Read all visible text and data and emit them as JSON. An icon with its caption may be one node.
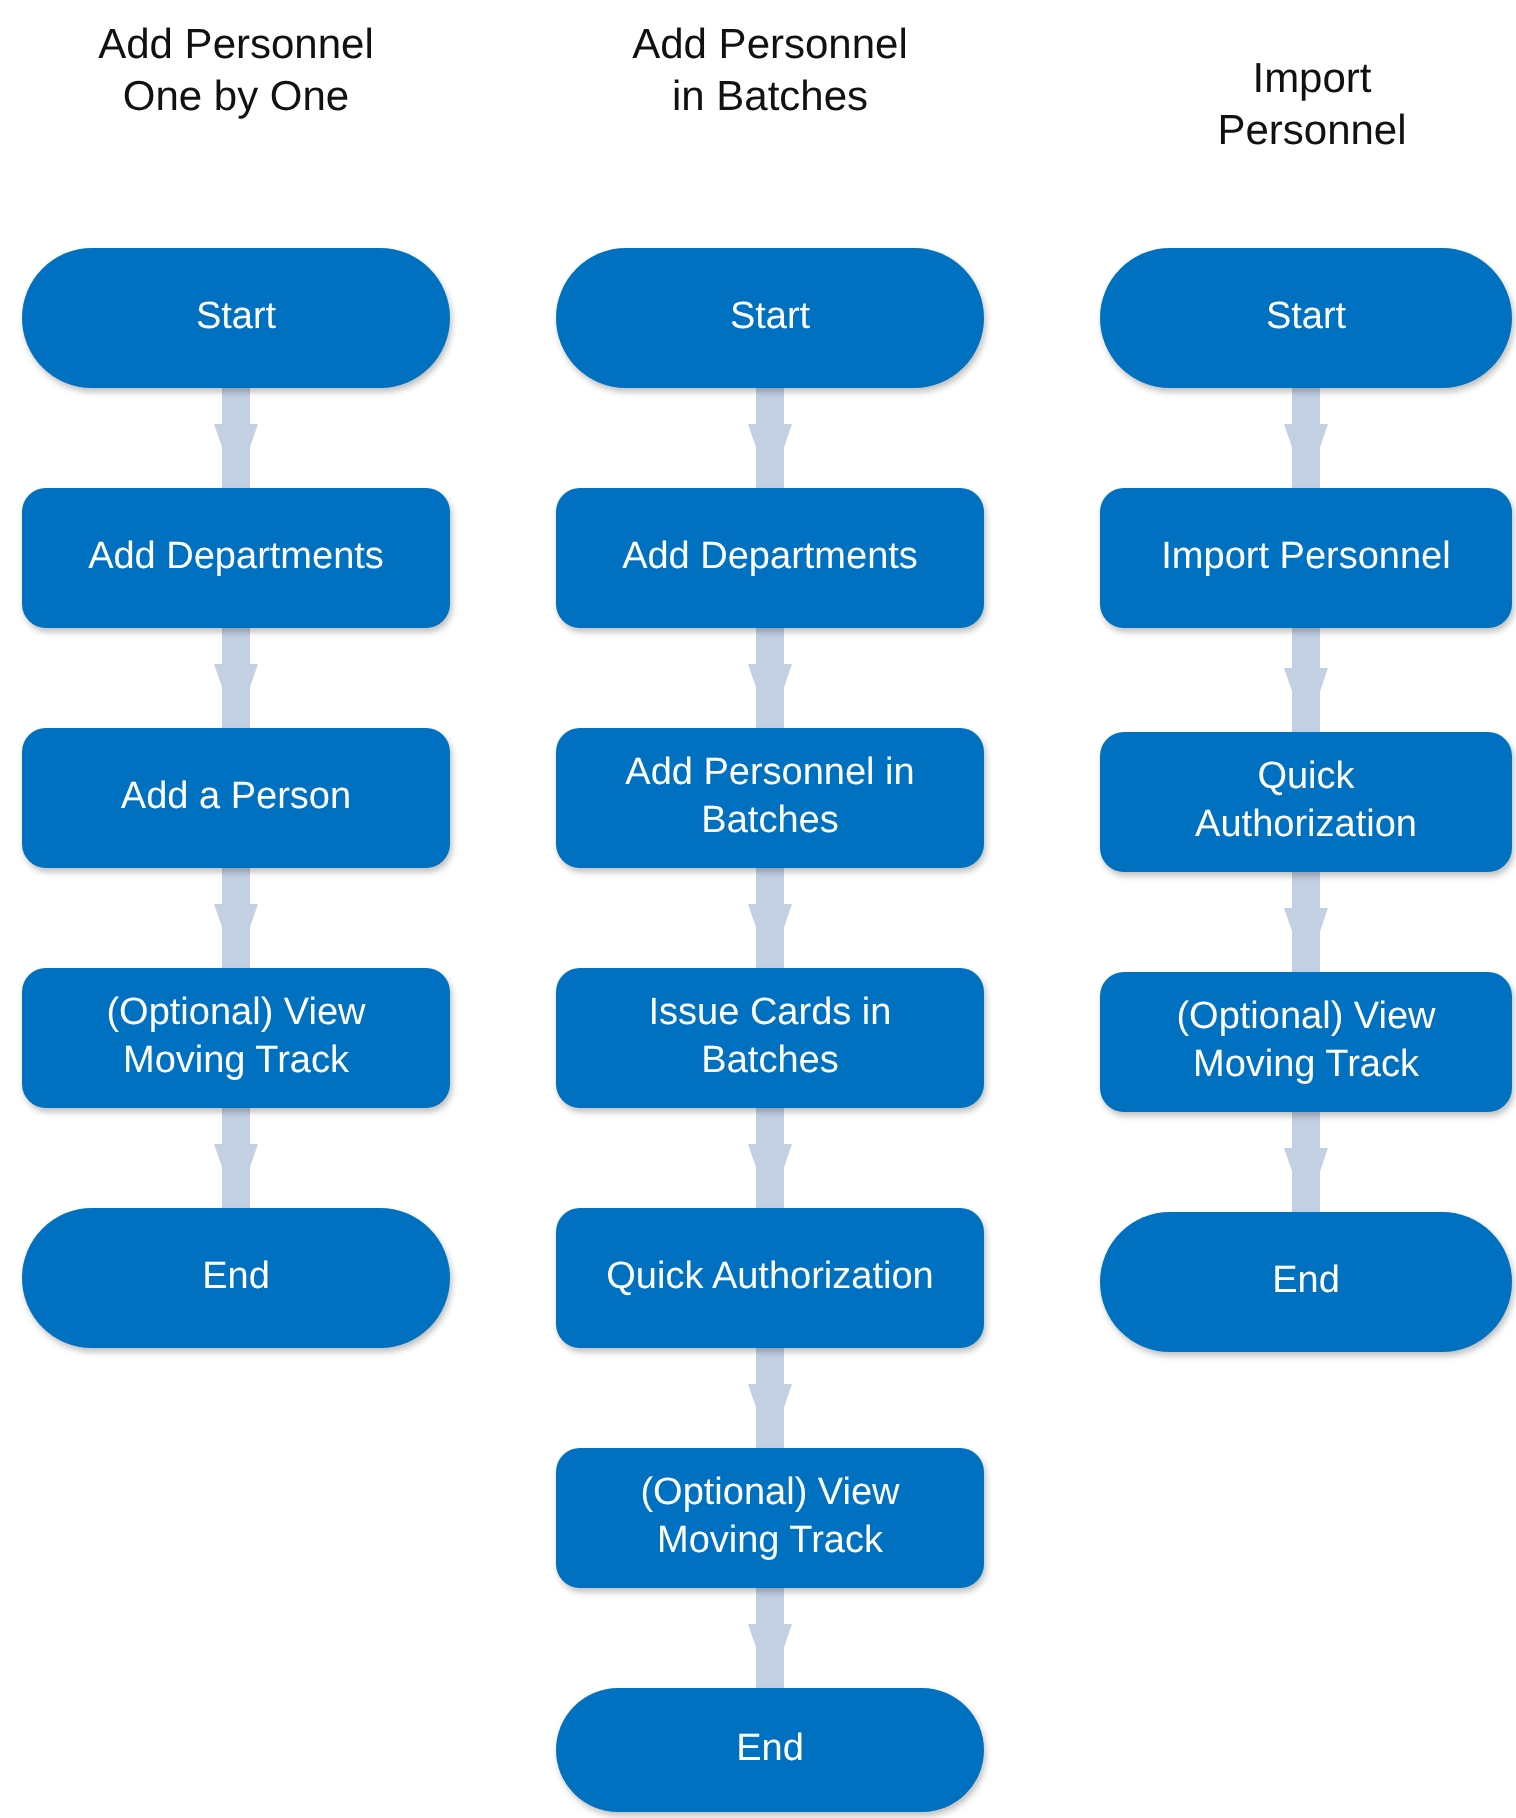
{
  "diagram": {
    "nodes": [
      {
        "text": [
          "Start"
        ]
      },
      {
        "text": [
          "Add Departments"
        ]
      },
      {
        "text": [
          "Add a Person"
        ]
      },
      {
        "text": [
          "(Optional) View Moving Track"
        ]
      },
      {
        "text": [
          "End"
        ]
      },
      {
        "text": [
          "Start"
        ]
      },
      {
        "text": [
          "Add Departments"
        ]
      },
      {
        "text": [
          "Add Personnel in Batches"
        ]
      },
      {
        "text": [
          "Issue Cards in Batches"
        ]
      },
      {
        "text": [
          "Quick Authorization"
        ]
      },
      {
        "text": [
          "(Optional) View Moving Track"
        ]
      },
      {
        "text": [
          "End"
        ]
      },
      {
        "text": [
          "Start"
        ]
      },
      {
        "text": [
          "Import Personnel"
        ]
      },
      {
        "text": [
          "Quick Authorization"
        ]
      },
      {
        "text": [
          "(Optional) View Moving Track"
        ]
      },
      {
        "text": [
          "End"
        ]
      }
    ],
    "edges": [
      {
        "from": 0,
        "to": 1,
        "arrow": "to"
      },
      {
        "from": 1,
        "to": 2,
        "arrow": "to"
      },
      {
        "from": 2,
        "to": 3,
        "arrow": "to"
      },
      {
        "from": 3,
        "to": 4,
        "arrow": "to"
      },
      {
        "from": 5,
        "to": 6,
        "arrow": "to"
      },
      {
        "from": 6,
        "to": 7,
        "arrow": "to"
      },
      {
        "from": 7,
        "to": 8,
        "arrow": "to"
      },
      {
        "from": 8,
        "to": 9,
        "arrow": "to"
      },
      {
        "from": 9,
        "to": 10,
        "arrow": "to"
      },
      {
        "from": 10,
        "to": 11,
        "arrow": "to"
      },
      {
        "from": 12,
        "to": 13,
        "arrow": "to"
      },
      {
        "from": 13,
        "to": 14,
        "arrow": "to"
      },
      {
        "from": 14,
        "to": 15,
        "arrow": "to"
      },
      {
        "from": 15,
        "to": 16,
        "arrow": "to"
      }
    ],
    "labels": [
      "Add Personnel One by One",
      "Add Personnel in Batches",
      "Import Personnel"
    ]
  }
}
